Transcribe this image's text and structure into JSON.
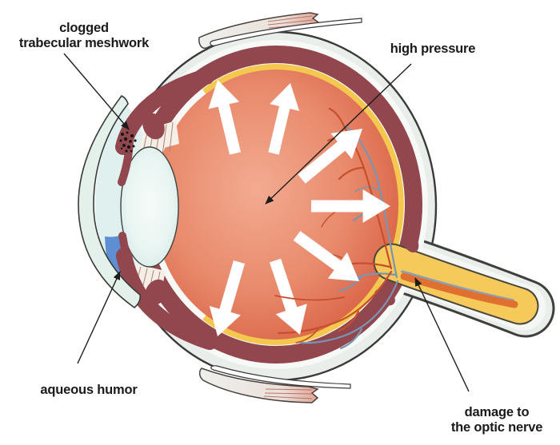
{
  "figure": {
    "type": "medical-illustration",
    "subject": "Cross-section of a human eye showing glaucoma: blocked aqueous outflow, raised intraocular pressure and optic-nerve damage",
    "pressure_arrow_count": 7
  },
  "labels": {
    "trabecular": {
      "lines": [
        "clogged",
        "trabecular meshwork"
      ]
    },
    "high_pressure": {
      "lines": [
        "high pressure"
      ]
    },
    "aqueous_humor": {
      "lines": [
        "aqueous humor"
      ]
    },
    "optic_damage": {
      "lines": [
        "damage to",
        "the optic nerve"
      ]
    }
  },
  "colors": {
    "background": "#ffffff",
    "label_text": "#1a1a1a",
    "outline": "#3a3a3a",
    "sclera": "#e9eeea",
    "sclera_inner": "#f7f9f7",
    "choroid": "#92464e",
    "retina_yellow": "#f4c84f",
    "vitreous_center": "#f3ab91",
    "vitreous_mid": "#e98a6c",
    "vitreous_edge": "#d4563a",
    "cornea": "#e4f0ea",
    "anterior_chamber": "#dff0ee",
    "aqueous_blue": "#5e8fd2",
    "lens_center": "#f6fbf9",
    "lens_edge": "#cfe6e2",
    "zonule": "#f5efe7",
    "muscle_light": "#edf0ed",
    "muscle_pink": "#e0a394",
    "muscle_striation": "#b4766a",
    "vessel_red": "#c64f2c",
    "vessel_blue": "#7b95af",
    "nerve_yellow": "#f6c95b",
    "nerve_core": "#df7030",
    "nerve_vein": "#8ba0b2",
    "pressure_arrow": "#ffffff",
    "leader_line": "#1c1c1c",
    "trabecular_clog": "#151515"
  }
}
